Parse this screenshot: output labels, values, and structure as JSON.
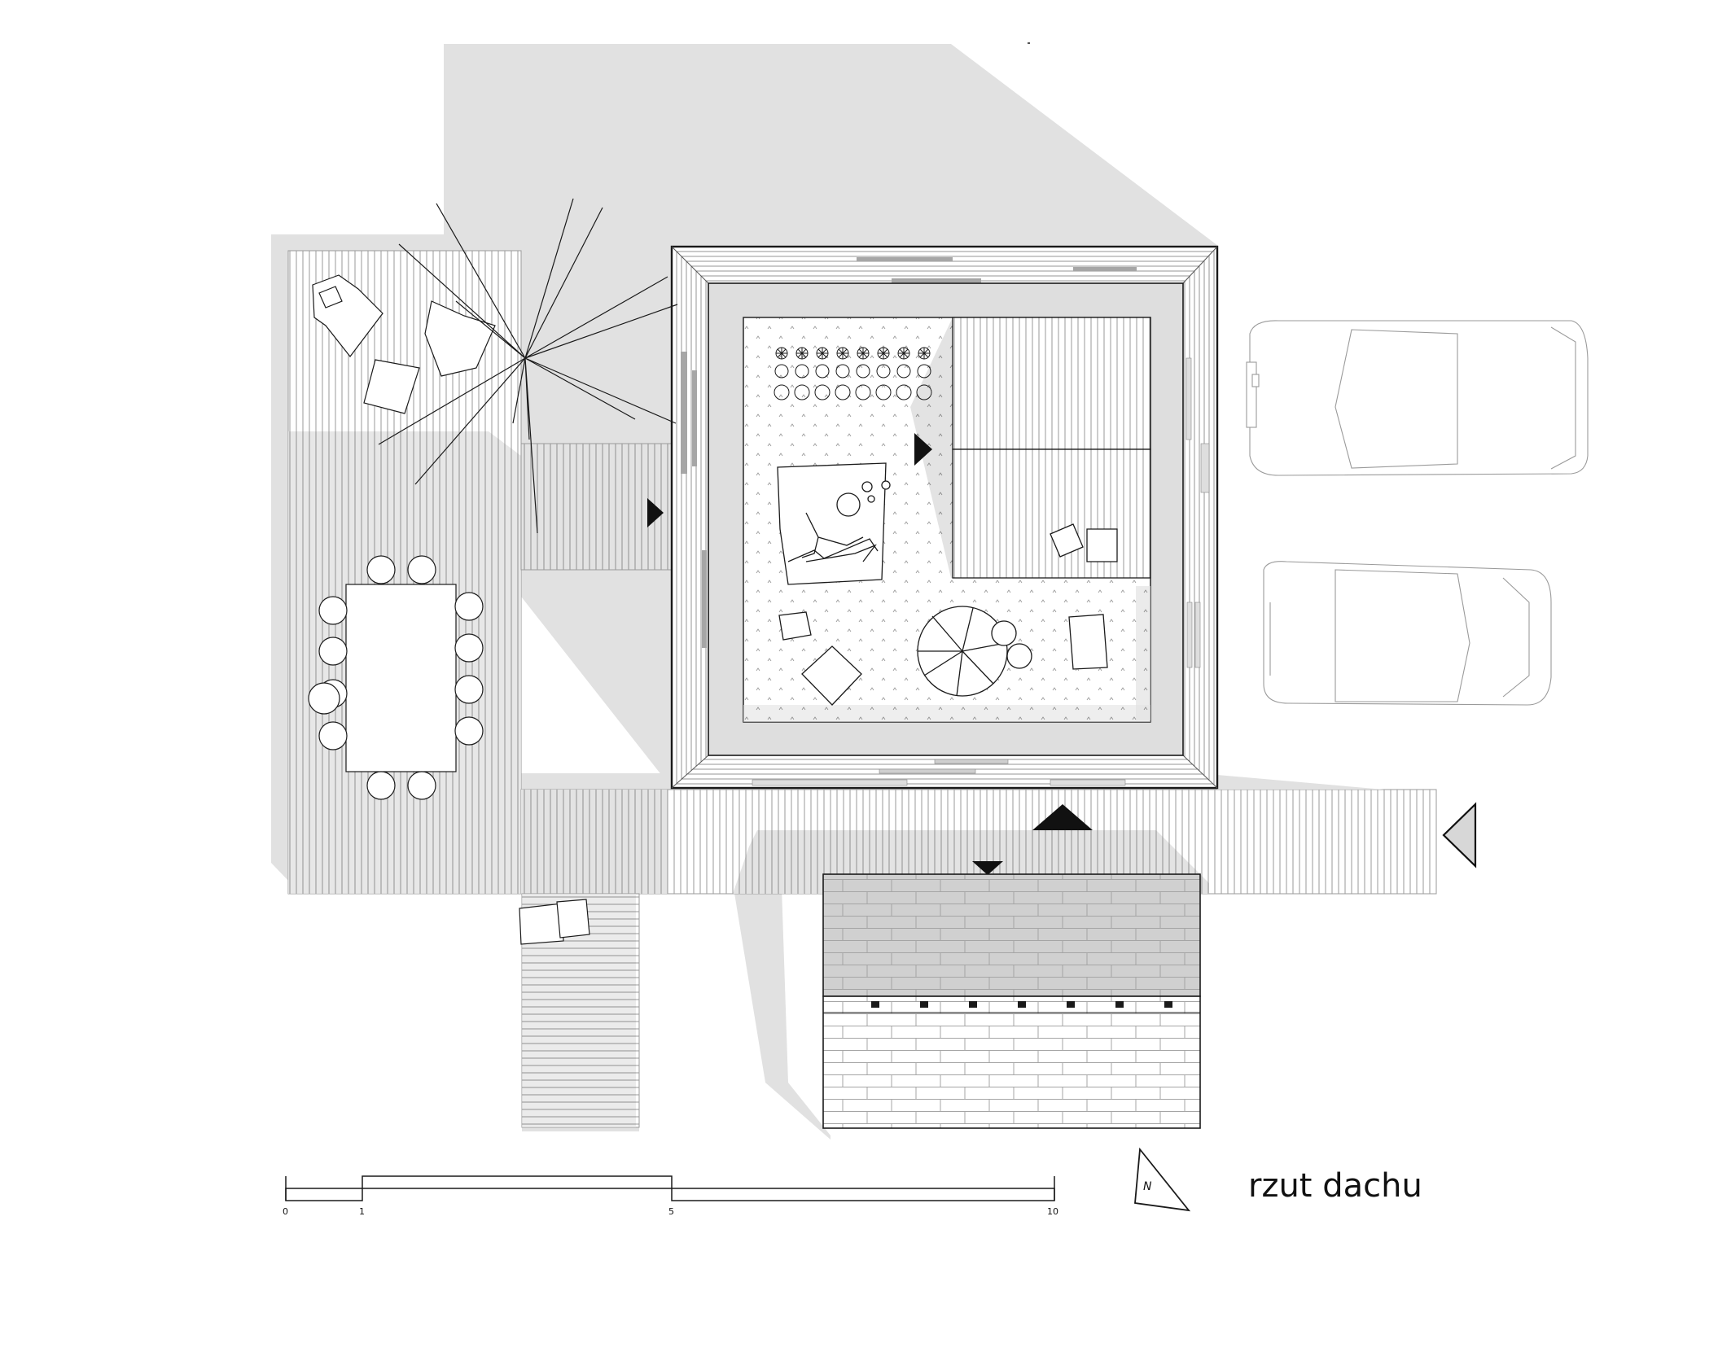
{
  "drawing": {
    "title": "rzut dachu",
    "north_label": "N"
  },
  "scale_bar": {
    "ticks": [
      "0",
      "1",
      "5",
      "10"
    ]
  },
  "colors": {
    "shadow": "#e1e1e1",
    "line": "#1a1a1a",
    "light_line": "#8a8a8a",
    "roof_frame": "#d9d9d9",
    "paving_dark": "#cfcfcf"
  }
}
